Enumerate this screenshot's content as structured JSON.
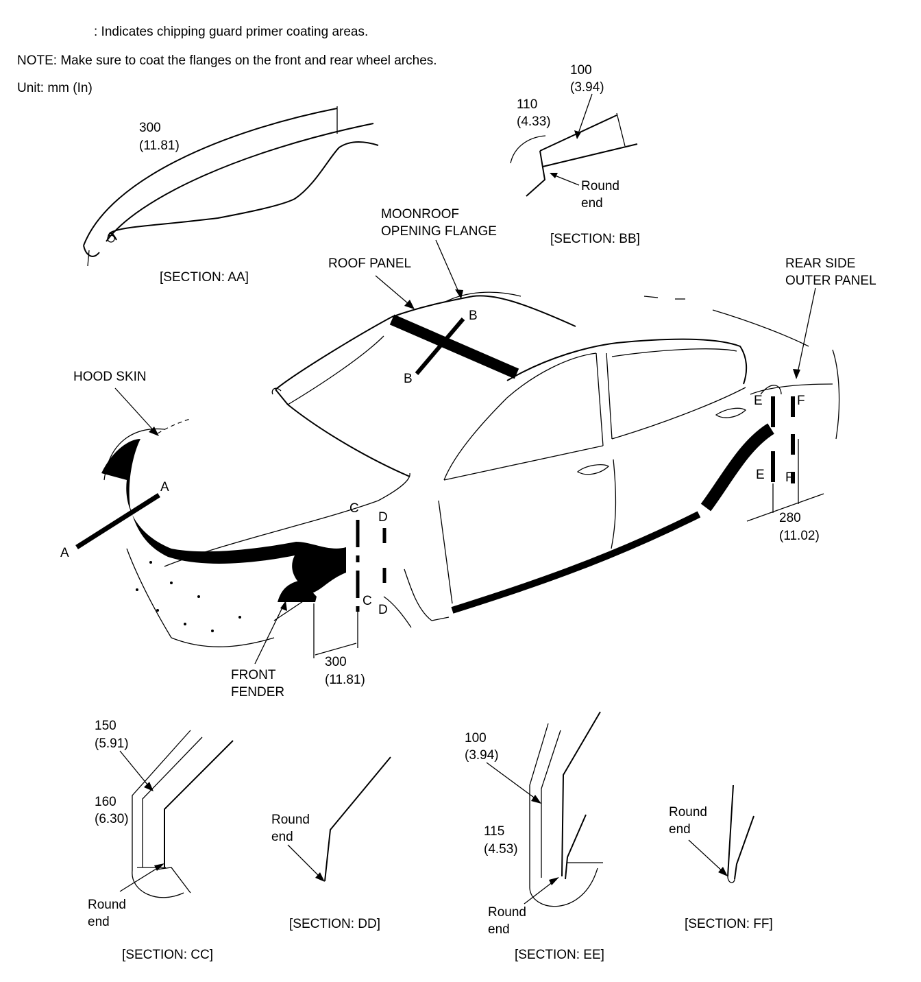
{
  "header": {
    "legend_text": ": Indicates chipping guard primer coating areas.",
    "note_text": "NOTE: Make sure to coat the flanges on the front and rear wheel arches.",
    "unit_text": "Unit: mm (In)"
  },
  "sections": {
    "aa": {
      "title": "[SECTION: AA]",
      "dim_mm": "300",
      "dim_in": "(11.81)"
    },
    "bb": {
      "title": "[SECTION: BB]",
      "dim1_mm": "100",
      "dim1_in": "(3.94)",
      "dim2_mm": "110",
      "dim2_in": "(4.33)",
      "round_1": "Round",
      "round_2": "end"
    },
    "cc": {
      "title": "[SECTION: CC]",
      "dim1_mm": "150",
      "dim1_in": "(5.91)",
      "dim2_mm": "160",
      "dim2_in": "(6.30)",
      "round_1": "Round",
      "round_2": "end"
    },
    "dd": {
      "title": "[SECTION: DD]",
      "round_1": "Round",
      "round_2": "end"
    },
    "ee": {
      "title": "[SECTION: EE]",
      "dim1_mm": "100",
      "dim1_in": "(3.94)",
      "dim2_mm": "115",
      "dim2_in": "(4.53)",
      "round_1": "Round",
      "round_2": "end"
    },
    "ff": {
      "title": "[SECTION: FF]",
      "round_1": "Round",
      "round_2": "end"
    }
  },
  "callouts": {
    "moonroof_1": "MOONROOF",
    "moonroof_2": "OPENING FLANGE",
    "roof_panel": "ROOF PANEL",
    "rear_side_1": "REAR SIDE",
    "rear_side_2": "OUTER PANEL",
    "hood_skin": "HOOD SKIN",
    "front_fender_1": "FRONT",
    "front_fender_2": "FENDER"
  },
  "dimensions": {
    "front_mm": "300",
    "front_in": "(11.81)",
    "rear_mm": "280",
    "rear_in": "(11.02)"
  },
  "section_markers": {
    "a": "A",
    "b": "B",
    "c": "C",
    "d": "D",
    "e": "E",
    "f": "F"
  }
}
